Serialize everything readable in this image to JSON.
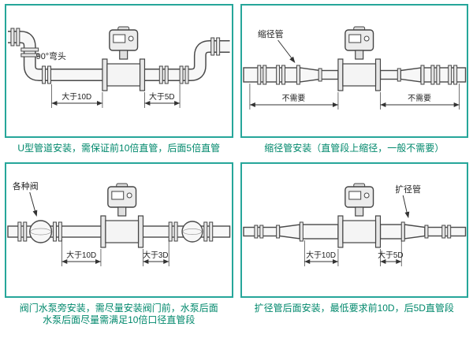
{
  "colors": {
    "accent": "#26a69a",
    "caption": "#00886c"
  },
  "panels": [
    {
      "id": "u-type",
      "label_elbow": "90°弯头",
      "dim_left": "大于10D",
      "dim_right": "大于5D",
      "caption": "U型管道安装，需保证前10倍直管，后面5倍直管"
    },
    {
      "id": "reducer",
      "label_part": "缩径管",
      "dim_left": "不需要",
      "dim_right": "不需要",
      "caption": "缩径管安装（直管段上缩径，一般不需要）"
    },
    {
      "id": "valve-pump",
      "label_part": "各种阀",
      "dim_left": "大于10D",
      "dim_right": "大于3D",
      "caption_line1": "阀门水泵旁安装，需尽量安装阀门前，水泵后面",
      "caption_line2": "水泵后面尽量需满足10倍口径直管段"
    },
    {
      "id": "expander",
      "label_part": "扩径管",
      "dim_left": "大于10D",
      "dim_right": "大于5D",
      "caption": "扩径管后面安装，最低要求前10D，后5D直管段"
    }
  ]
}
